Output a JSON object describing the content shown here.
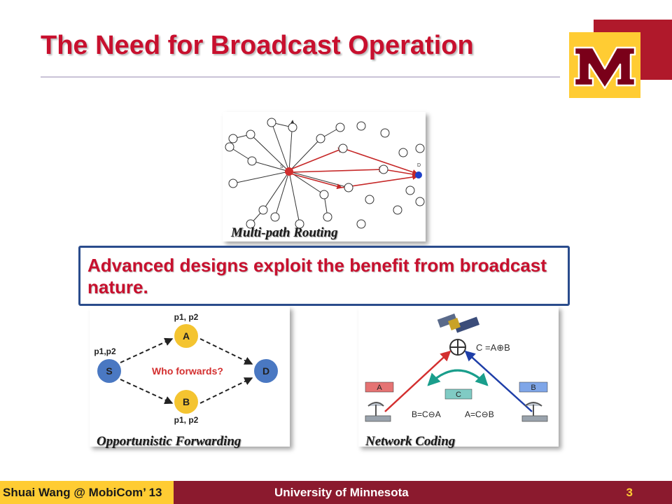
{
  "slide": {
    "title": "The Need for Broadcast Operation",
    "callout": "Advanced designs exploit the benefit from broadcast nature."
  },
  "logo": {
    "name": "University of Minnesota M logo",
    "colors": {
      "maroon": "#b0192b",
      "gold": "#ffcc33"
    }
  },
  "figures": {
    "multipath": {
      "caption": "Multi-path Routing",
      "source_label": "S",
      "dest_label": "D"
    },
    "opportunistic": {
      "caption": "Opportunistic Forwarding",
      "node_s": "S",
      "node_a": "A",
      "node_b": "B",
      "node_d": "D",
      "label_a": "p1, p2",
      "label_s": "p1,p2",
      "label_b": "p1, p2",
      "question": "Who forwards?"
    },
    "network_coding": {
      "caption": "Network Coding",
      "eq_top": "C =A⊕B",
      "box_a": "A",
      "box_c": "C",
      "box_b": "B",
      "eq_left": "B=C⊖A",
      "eq_right": "A=C⊖B"
    }
  },
  "footer": {
    "left": "Shuai Wang @ MobiCom’ 13",
    "center": "University of Minnesota",
    "page": "3"
  }
}
